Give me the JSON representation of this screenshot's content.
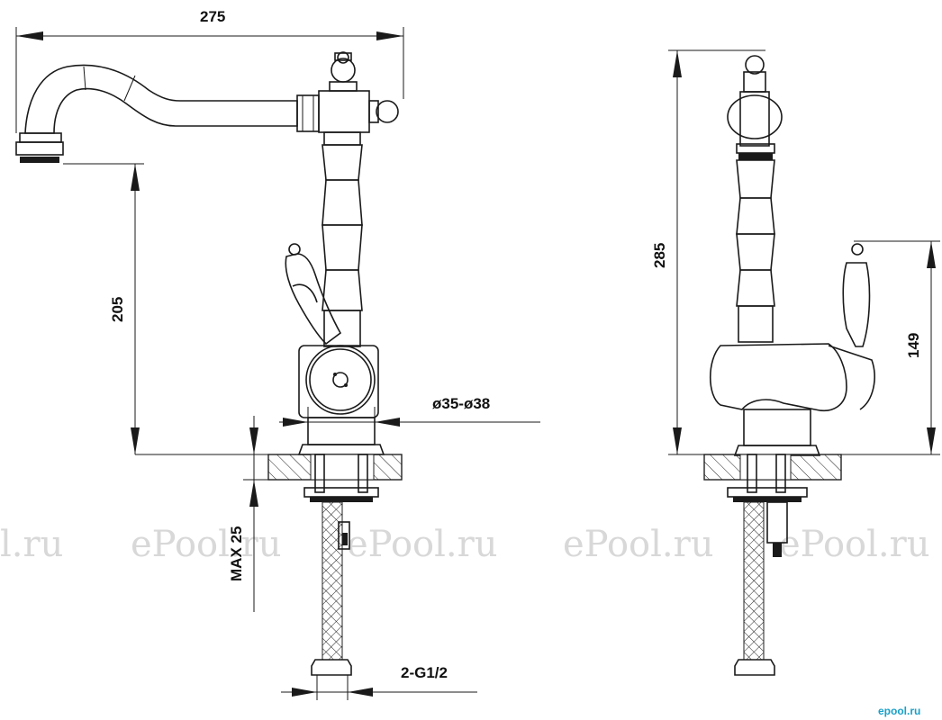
{
  "dimensions": {
    "width_top": "275",
    "height_left": "205",
    "diameter": "ø35-ø38",
    "max_thickness": "MAX 25",
    "thread": "2-G1/2",
    "height_total": "285",
    "handle_height": "149"
  },
  "watermark": [
    "l.ru",
    "ePool.ru",
    "ePool.ru",
    "ePool.ru",
    "ePool.ru"
  ],
  "brand": "epool.ru"
}
